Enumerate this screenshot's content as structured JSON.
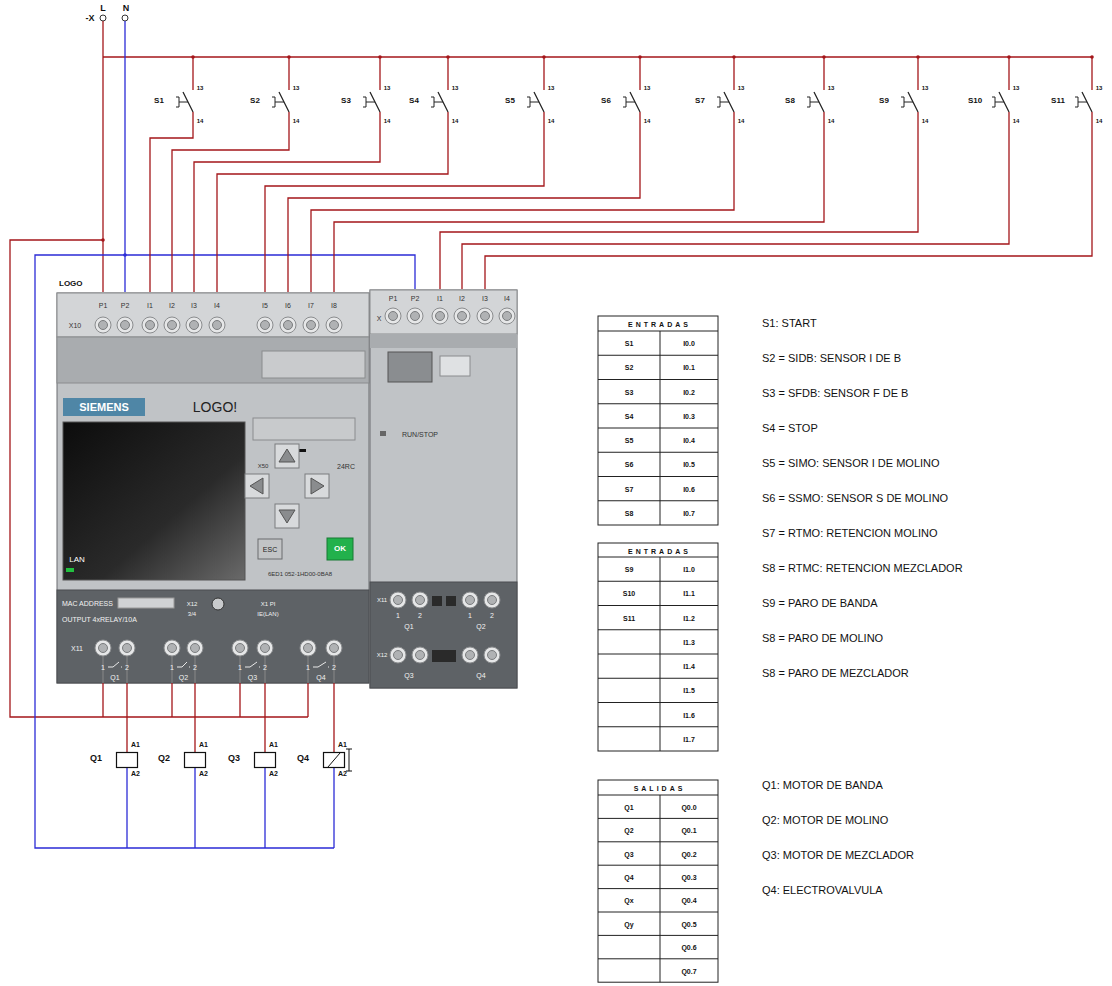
{
  "diagram": {
    "nodes": [
      {
        "text": [
          "LOGO"
        ]
      },
      {
        "text": [
          "Q1",
          "A1",
          "A2"
        ]
      },
      {
        "text": [
          "Q2",
          "A1",
          "A2"
        ]
      },
      {
        "text": [
          "Q3",
          "A1",
          "A2"
        ]
      },
      {
        "text": [
          "Q4",
          "A1",
          "A2"
        ]
      }
    ],
    "edges": [
      {
        "from": 0,
        "to": 1,
        "arrow": "none"
      },
      {
        "from": 0,
        "to": 2,
        "arrow": "none"
      },
      {
        "from": 0,
        "to": 3,
        "arrow": "none"
      },
      {
        "from": 0,
        "to": 4,
        "arrow": "none"
      }
    ],
    "labels": [
      "-X",
      "L",
      "N",
      "S1",
      "13",
      "14",
      "S2",
      "13",
      "14",
      "S3",
      "13",
      "14",
      "S4",
      "13",
      "14",
      "S5",
      "13",
      "14",
      "S6",
      "13",
      "14",
      "S7",
      "13",
      "14",
      "S8",
      "13",
      "14",
      "S9",
      "13",
      "14",
      "S10",
      "13",
      "14",
      "S11",
      "13",
      "14",
      "P1",
      "P2",
      "I1",
      "I2",
      "I3",
      "I4",
      "I5",
      "I6",
      "I7",
      "I8",
      "X10",
      "P1",
      "P2",
      "I1",
      "I2",
      "I3",
      "I4",
      "X",
      "SIEMENS",
      "LOGO!",
      "X50",
      "24RC",
      "LAN",
      "ESC",
      "OK",
      "6ED1 052-1HD00-0BA8",
      "MAC ADDRESS",
      "OUTPUT 4xRELAY/10A",
      "X12",
      "3/4",
      "X1 PI",
      "IE(LAN)",
      "X11",
      "1",
      "2",
      "Q1",
      "1",
      "2",
      "Q2",
      "1",
      "2",
      "Q3",
      "1",
      "2",
      "Q4",
      "RUN/STOP",
      "X11",
      "1",
      "2",
      "Q1",
      "1",
      "2",
      "Q2",
      "X12",
      "Q3",
      "Q4",
      "ENTRADAS",
      "S1",
      "I0.0",
      "S2",
      "I0.1",
      "S3",
      "I0.2",
      "S4",
      "I0.3",
      "S5",
      "I0.4",
      "S6",
      "I0.5",
      "S7",
      "I0.6",
      "S8",
      "I0.7",
      "ENTRADAS",
      "S9",
      "I1.0",
      "S10",
      "I1.1",
      "S11",
      "I1.2",
      "I1.3",
      "I1.4",
      "I1.5",
      "I1.6",
      "I1.7",
      "SALIDAS",
      "Q1",
      "Q0.0",
      "Q2",
      "Q0.1",
      "Q3",
      "Q0.2",
      "Q4",
      "Q0.3",
      "Qx",
      "Q0.4",
      "Qy",
      "Q0.5",
      "Q0.6",
      "Q0.7",
      "S1: START",
      "S2 = SIDB: SENSOR I DE B",
      "S3 = SFDB: SENSOR F DE B",
      "S4 = STOP",
      "S5 = SIMO: SENSOR I DE MOLINO",
      "S6 = SSMO: SENSOR  S DE MOLINO",
      "S7 = RTMO: RETENCION MOLINO",
      "S8 = RTMC: RETENCION MEZCLADOR",
      "S9 = PARO DE BANDA",
      "S8 = PARO DE MOLINO",
      "S8 = PARO DE MEZCLADOR",
      "Q1: MOTOR DE BANDA",
      "Q2: MOTOR DE MOLINO",
      "Q3: MOTOR DE MEZCLADOR",
      "Q4: ELECTROVALVULA"
    ]
  }
}
